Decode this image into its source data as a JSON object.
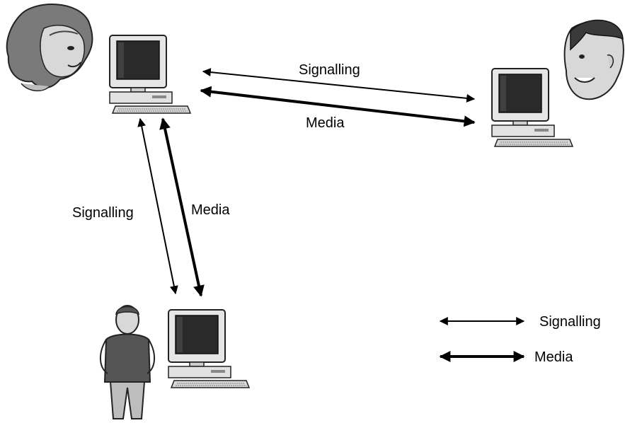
{
  "labels": {
    "top_signalling": "Signalling",
    "top_media": "Media",
    "left_signalling": "Signalling",
    "left_media": "Media"
  },
  "legend": {
    "signalling": "Signalling",
    "media": "Media"
  },
  "participants": [
    {
      "id": "woman",
      "icon": "woman-face-icon"
    },
    {
      "id": "man",
      "icon": "man-face-icon"
    },
    {
      "id": "person",
      "icon": "standing-person-icon"
    }
  ],
  "colors": {
    "line": "#000000",
    "monitor_screen": "#2a2a2a",
    "monitor_body": "#e6e6e6",
    "skin": "#d8d8d8",
    "hair": "#7a7a7a",
    "clothing": "#555555"
  }
}
